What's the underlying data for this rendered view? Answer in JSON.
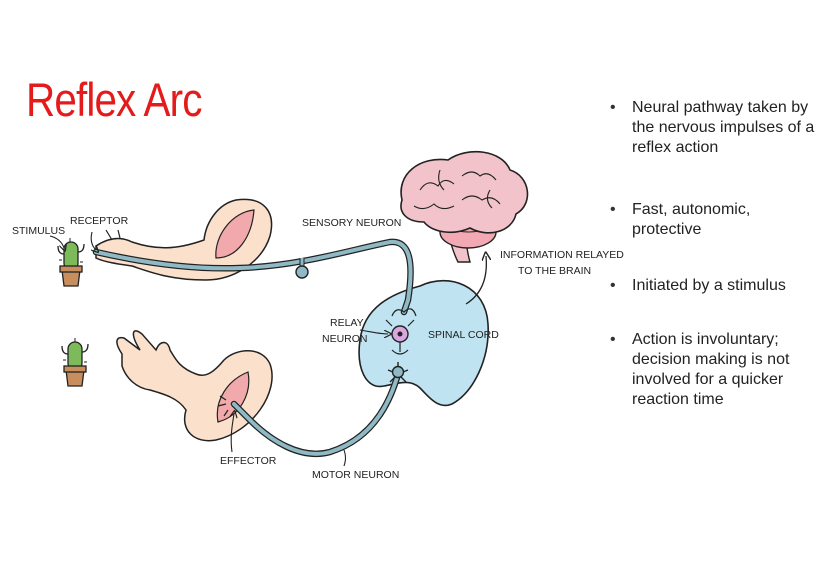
{
  "slide": {
    "title": "Reflex Arc"
  },
  "diagram": {
    "labels": {
      "stimulus": "STIMULUS",
      "receptor": "RECEPTOR",
      "sensory_neuron": "SENSORY NEURON",
      "info_line1": "INFORMATION RELAYED",
      "info_line2": "TO THE BRAIN",
      "relay_line1": "RELAY",
      "relay_line2": "NEURON",
      "spinal_cord": "SPINAL CORD",
      "effector": "EFFECTOR",
      "motor_neuron": "MOTOR NEURON"
    },
    "icons": [
      "cactus-icon",
      "brain-icon",
      "spinal-cord-icon",
      "arm-icon",
      "neuron-icon"
    ],
    "colors": {
      "title": "#e31b1b",
      "neuron": "#8fb9c4",
      "spinal_cord": "#bfe3f0",
      "skin": "#fbe0cc",
      "muscle": "#f2a9ac",
      "brain": "#f2c3ca",
      "cactus": "#7dbb5a",
      "pot": "#c98e5e",
      "relay": "#d9a6e0"
    }
  },
  "bullets": [
    "Neural pathway taken by the nervous impulses of a reflex action",
    "Fast, autonomic, protective",
    "Initiated by a stimulus",
    "Action is involuntary; decision making is not involved for a quicker reaction time"
  ]
}
